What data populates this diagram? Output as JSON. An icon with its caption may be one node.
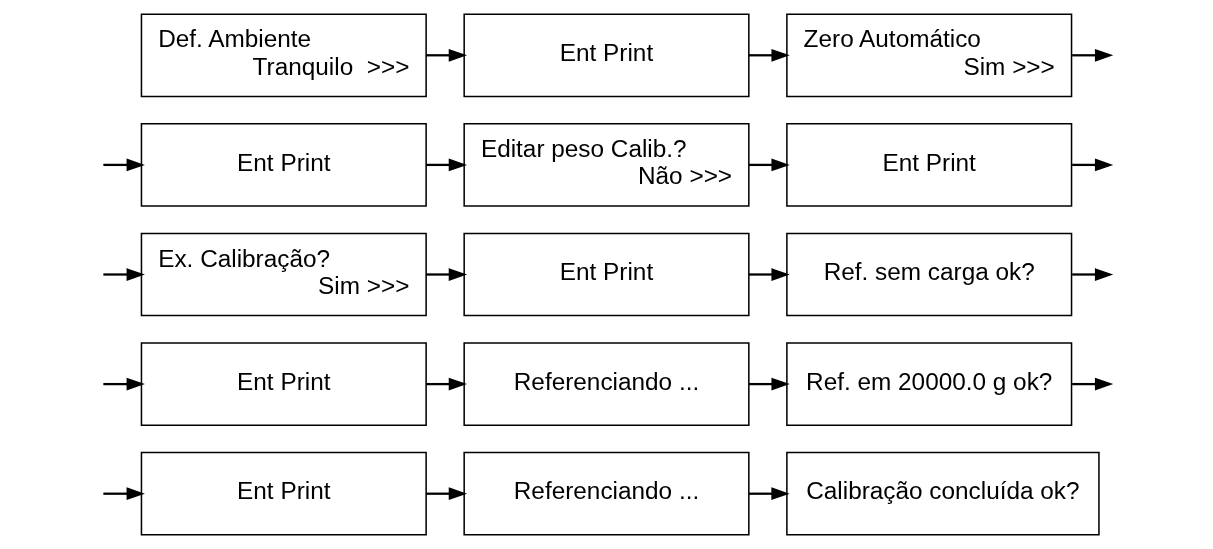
{
  "diagram": {
    "nodes": [
      {
        "text": [
          "Def. Ambiente",
          "Tranquilo  >>>"
        ]
      },
      {
        "text": [
          "Ent Print"
        ]
      },
      {
        "text": [
          "Zero Automático",
          "Sim >>>"
        ]
      },
      {
        "text": [
          "Ent Print"
        ]
      },
      {
        "text": [
          "Editar peso Calib.?",
          "Não >>>"
        ]
      },
      {
        "text": [
          "Ent Print"
        ]
      },
      {
        "text": [
          "Ex. Calibração?",
          "Sim >>>"
        ]
      },
      {
        "text": [
          "Ent Print"
        ]
      },
      {
        "text": [
          "Ref. sem carga ok?"
        ]
      },
      {
        "text": [
          "Ent Print"
        ]
      },
      {
        "text": [
          "Referenciando ..."
        ]
      },
      {
        "text": [
          "Ref. em 20000.0 g ok?"
        ]
      },
      {
        "text": [
          "Ent Print"
        ]
      },
      {
        "text": [
          "Referenciando ..."
        ]
      },
      {
        "text": [
          "Calibração concluída ok?"
        ]
      }
    ],
    "edges": [
      {
        "from": 0,
        "to": 1,
        "arrow": "to"
      },
      {
        "from": 1,
        "to": 2,
        "arrow": "to"
      },
      {
        "from": 2,
        "to": null,
        "arrow": "to"
      },
      {
        "from": null,
        "to": 3,
        "arrow": "to"
      },
      {
        "from": 3,
        "to": 4,
        "arrow": "to"
      },
      {
        "from": 4,
        "to": 5,
        "arrow": "to"
      },
      {
        "from": 5,
        "to": null,
        "arrow": "to"
      },
      {
        "from": null,
        "to": 6,
        "arrow": "to"
      },
      {
        "from": 6,
        "to": 7,
        "arrow": "to"
      },
      {
        "from": 7,
        "to": 8,
        "arrow": "to"
      },
      {
        "from": 8,
        "to": null,
        "arrow": "to"
      },
      {
        "from": null,
        "to": 9,
        "arrow": "to"
      },
      {
        "from": 9,
        "to": 10,
        "arrow": "to"
      },
      {
        "from": 10,
        "to": 11,
        "arrow": "to"
      },
      {
        "from": 11,
        "to": null,
        "arrow": "to"
      },
      {
        "from": null,
        "to": 12,
        "arrow": "to"
      },
      {
        "from": 12,
        "to": 13,
        "arrow": "to"
      },
      {
        "from": 13,
        "to": 14,
        "arrow": "to"
      }
    ]
  }
}
